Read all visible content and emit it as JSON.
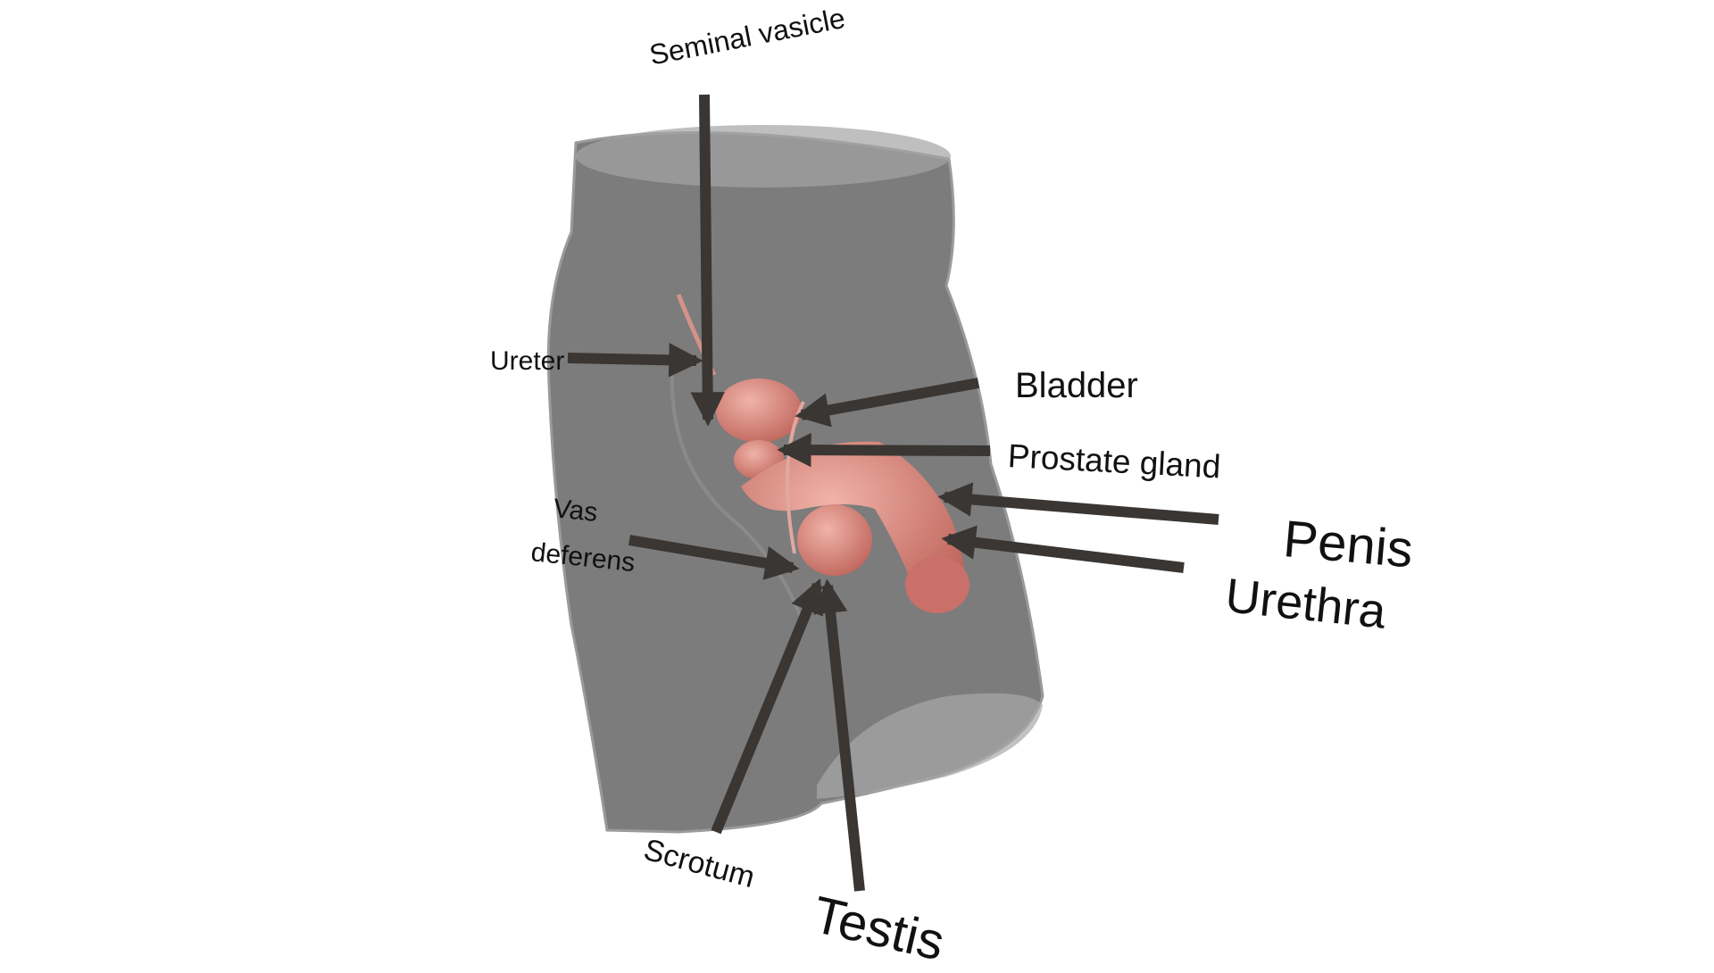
{
  "labels": {
    "seminal_vesicle": "Seminal vasicle",
    "ureter": "Ureter",
    "bladder": "Bladder",
    "prostate_gland": "Prostate gland",
    "penis": "Penis",
    "urethra": "Urethra",
    "vas_deferens_line1": "Vas",
    "vas_deferens_line2": "deferens",
    "scrotum": "Scrotum",
    "testis": "Testis"
  },
  "colors": {
    "body": "#6f6f6f",
    "organ": "#d98f86",
    "arrow": "#3a3633"
  }
}
